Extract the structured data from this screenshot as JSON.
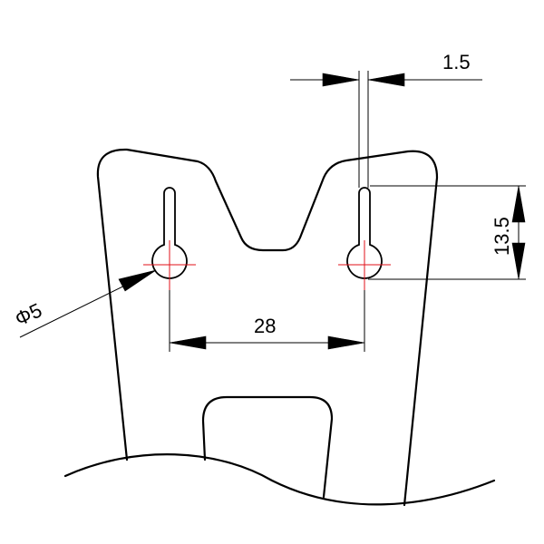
{
  "drawing": {
    "dimensions": {
      "slot_width": "1.5",
      "slot_length": "13.5",
      "hole_spacing": "28",
      "hole_diameter": "Φ5"
    },
    "colors": {
      "outline": "#000000",
      "center_marks": "#e0101a"
    }
  }
}
